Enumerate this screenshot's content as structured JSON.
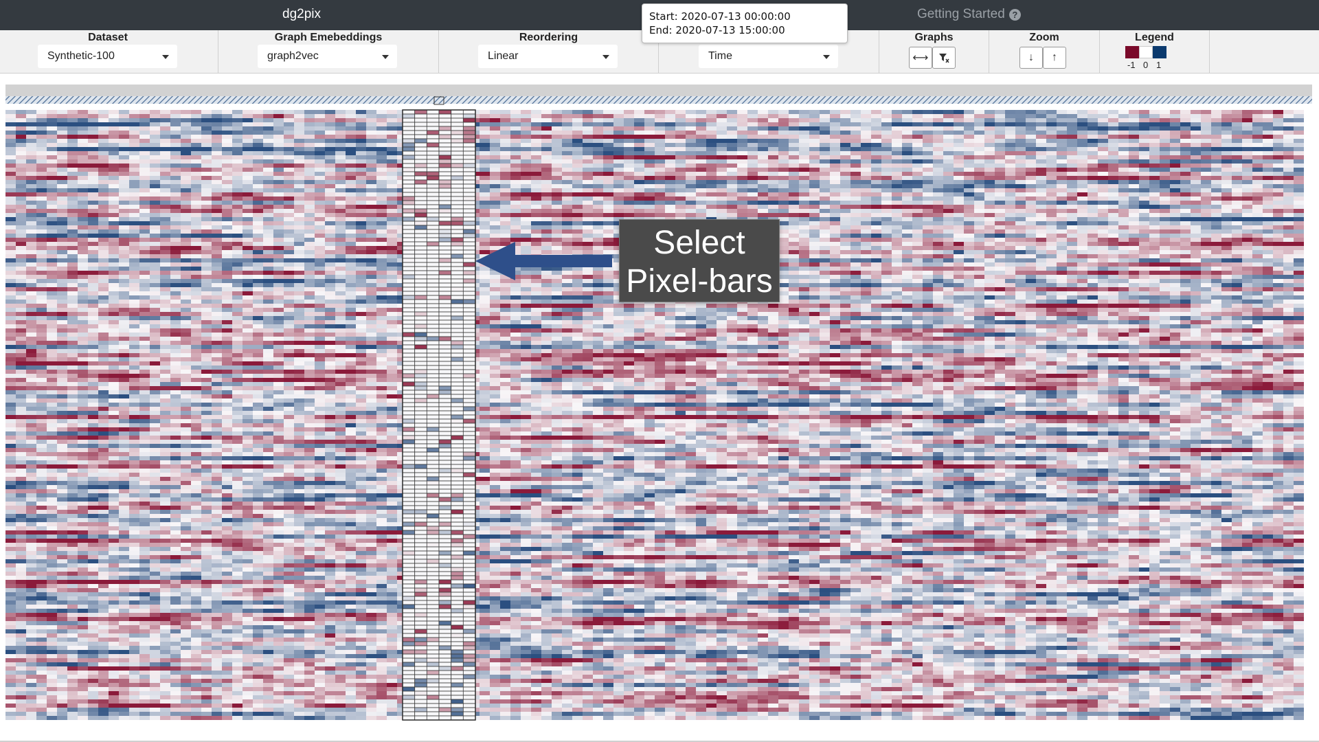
{
  "app": {
    "title": "dg2pix",
    "getting_started": "Getting Started",
    "help_icon": "?"
  },
  "tooltip": {
    "start": "Start: 2020-07-13 00:00:00",
    "end": "End: 2020-07-13 15:00:00"
  },
  "toolbar": {
    "dataset": {
      "label": "Dataset",
      "value": "Synthetic-100"
    },
    "embeddings": {
      "label": "Graph Emebeddings",
      "value": "graph2vec"
    },
    "reordering": {
      "label": "Reordering",
      "value": "Linear"
    },
    "time": {
      "value": "Time"
    },
    "graphs": {
      "label": "Graphs",
      "expand_icon": "horizontal-expand-icon",
      "filter_icon": "filter-clear-icon"
    },
    "zoom": {
      "label": "Zoom",
      "down_icon": "arrow-down-icon",
      "up_icon": "arrow-up-icon"
    },
    "legend": {
      "label": "Legend",
      "ticks": [
        "-1",
        "0",
        "1"
      ],
      "colors": {
        "negative": "#7a0a2a",
        "neutral": "#ffffff",
        "positive": "#0b3a6e"
      }
    }
  },
  "callout": {
    "line1": "Select",
    "line2": "Pixel-bars"
  },
  "colors": {
    "topbar": "#343a40",
    "strong_red": "#8b1a3a",
    "strong_blue": "#2b4f80",
    "selection_outline": "#3a3a3a",
    "arrow": "#2e4f8a"
  }
}
